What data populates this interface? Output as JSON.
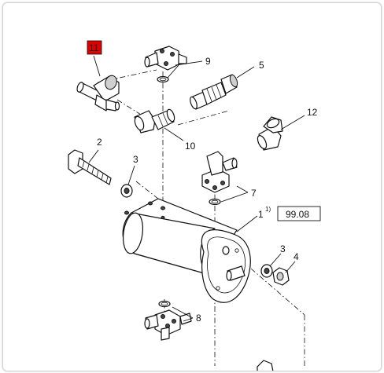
{
  "diagram": {
    "callouts": {
      "c11": "11",
      "c9": "9",
      "c5": "5",
      "c12": "12",
      "c10": "10",
      "c2": "2",
      "c3a": "3",
      "c7": "7",
      "c1": "1",
      "c1_sup": "1)",
      "c3b": "3",
      "c4": "4",
      "c8": "8"
    },
    "version_box": "99.08",
    "colors": {
      "highlight": "#e00000",
      "line": "#111111",
      "shading": "#cfcfcf"
    }
  }
}
